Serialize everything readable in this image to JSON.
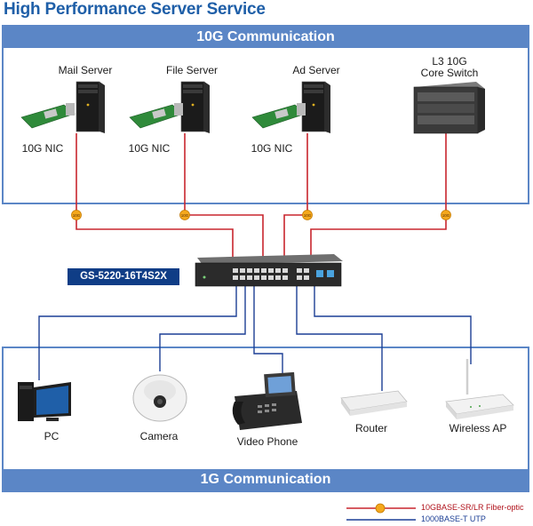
{
  "title": "High Performance Server Service",
  "top_panel": {
    "title": "10G Communication"
  },
  "bottom_panel": {
    "title": "1G Communication"
  },
  "servers": [
    {
      "name": "Mail Server",
      "nic": "10G NIC"
    },
    {
      "name": "File Server",
      "nic": "10G NIC"
    },
    {
      "name": "Ad Server",
      "nic": "10G NIC"
    }
  ],
  "core_switch": {
    "line1": "L3 10G",
    "line2": "Core Switch"
  },
  "fiber_badge": "10G",
  "switch_model": "GS-5220-16T4S2X",
  "clients": [
    {
      "name": "PC"
    },
    {
      "name": "Camera"
    },
    {
      "name": "Video Phone"
    },
    {
      "name": "Router"
    },
    {
      "name": "Wireless AP"
    }
  ],
  "legend": {
    "fiber": "10GBASE-SR/LR Fiber-optic",
    "utp": "1000BASE-T UTP"
  },
  "colors": {
    "panel": "#5b86c6",
    "fiber": "#c8262e",
    "utp": "#1c3f95",
    "badge": "#f4a81c",
    "switch_label": "#0f3d86"
  }
}
